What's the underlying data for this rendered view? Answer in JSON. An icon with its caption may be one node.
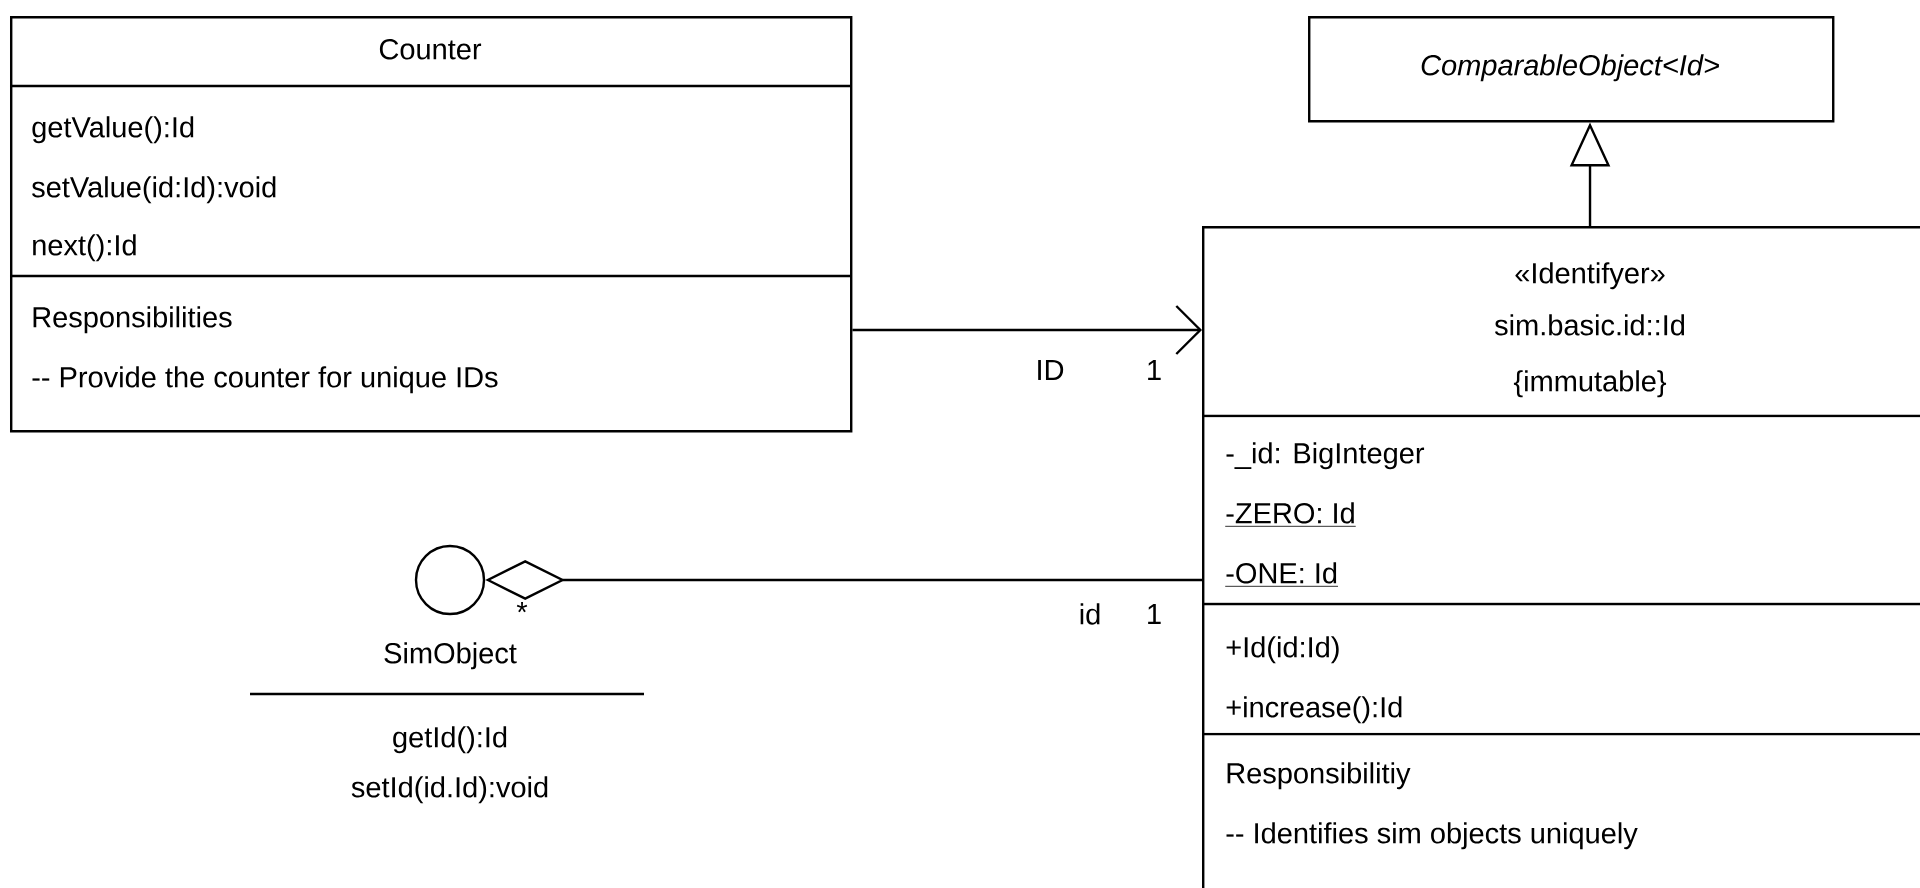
{
  "diagram": {
    "nodes": [
      {
        "text": [
          "Counter",
          "getValue():Id",
          "setValue(id:Id):void",
          "next():Id",
          "Responsibilities",
          "-- Provide the counter for unique IDs"
        ]
      },
      {
        "text": [
          "ComparableObject<Id>"
        ]
      },
      {
        "text": [
          "«Identifyer»",
          "sim.basic.id::Id",
          "{immutable}",
          "-_id: BigInteger",
          "-ZERO: Id",
          "-ONE: Id",
          "+Id(id:Id)",
          "+increase():Id",
          "Responsibilitiy",
          "-- Identifies sim objects uniquely"
        ]
      },
      {
        "text": [
          "SimObject",
          "getId():Id",
          "setId(id.Id):void"
        ]
      }
    ],
    "edges": [
      {
        "from": 0,
        "to": 2,
        "arrow": "to",
        "label": "ID"
      },
      {
        "from": 2,
        "to": 1,
        "arrow": "to"
      },
      {
        "from": 3,
        "to": 2,
        "arrow": "other",
        "label": "id"
      }
    ],
    "labels": [
      "1",
      "*",
      "1"
    ]
  }
}
